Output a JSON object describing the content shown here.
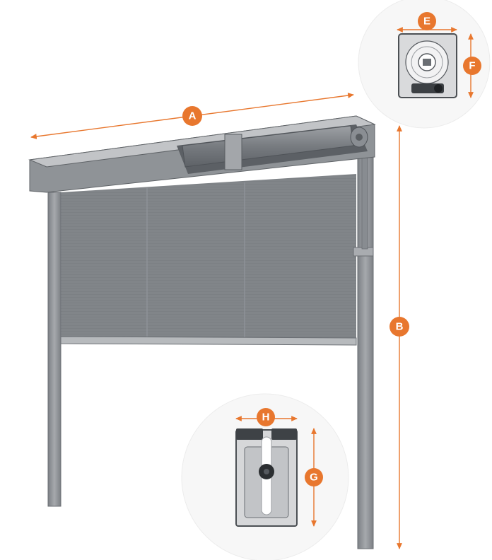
{
  "diagram": {
    "subject": "screen-blind-dimension-diagram",
    "accent_color": "#e8772e",
    "frame_color": "#8e9195",
    "fabric_color": "#6f7378",
    "labels": {
      "width": "A",
      "height": "B",
      "cassette_width": "E",
      "cassette_height": "F",
      "guide_height": "G",
      "guide_width": "H"
    }
  }
}
